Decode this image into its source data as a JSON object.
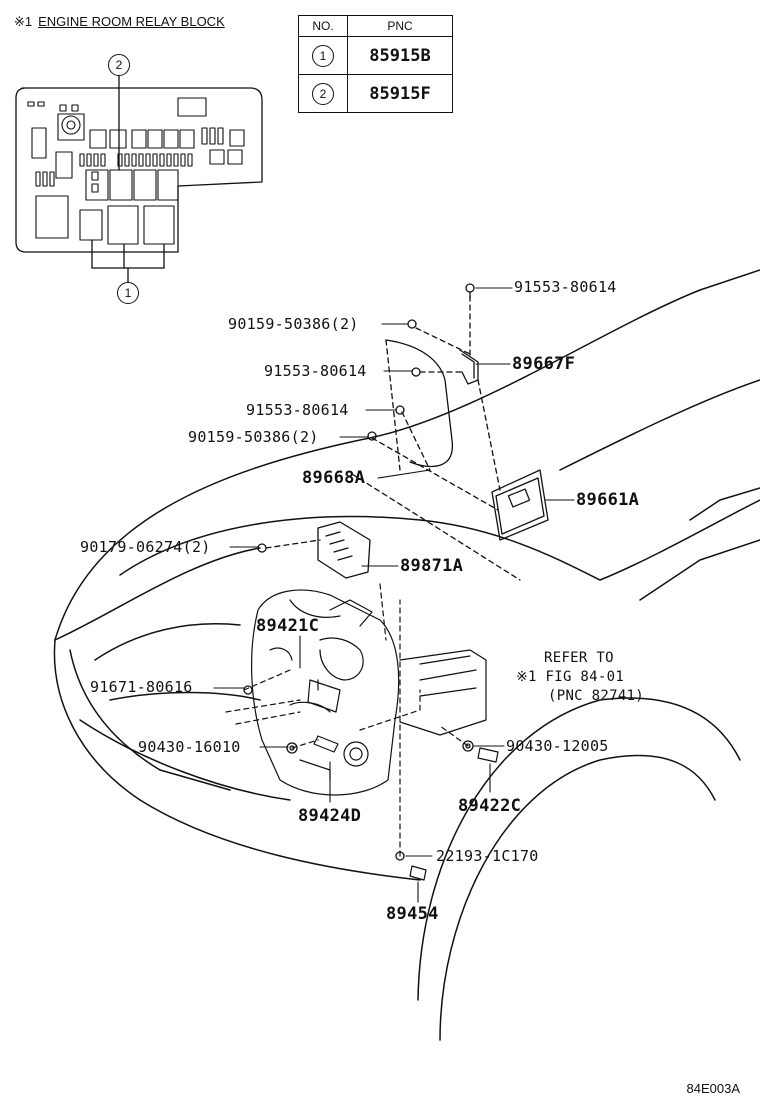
{
  "inset": {
    "mark": "※1",
    "title": "ENGINE ROOM RELAY BLOCK",
    "callout_1": "1",
    "callout_2": "2"
  },
  "pnc_table": {
    "headers": [
      "NO.",
      "PNC"
    ],
    "rows": [
      {
        "no": "1",
        "pnc": "85915B"
      },
      {
        "no": "2",
        "pnc": "85915F"
      }
    ]
  },
  "labels": {
    "p91553_top": "91553-80614",
    "p90159_1": "90159-50386(2)",
    "p89667F": "89667F",
    "p91553_mid": "91553-80614",
    "p91553_low": "91553-80614",
    "p90159_2": "90159-50386(2)",
    "p89668A": "89668A",
    "p89661A": "89661A",
    "p90179": "90179-06274(2)",
    "p89871A": "89871A",
    "p89421C": "89421C",
    "refer_1": "REFER TO",
    "refer_2": "※1 FIG 84-01",
    "refer_3": "(PNC 82741)",
    "p91671": "91671-80616",
    "p90430_16010": "90430-16010",
    "p90430_12005": "90430-12005",
    "p89422C": "89422C",
    "p89424D": "89424D",
    "p22193": "22193-1C170",
    "p89454": "89454"
  },
  "figure_code": "84E003A"
}
